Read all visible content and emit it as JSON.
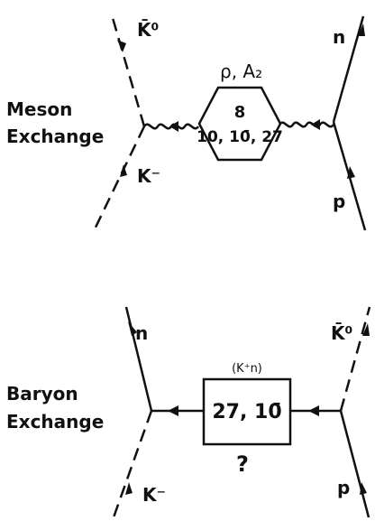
{
  "diagrams": [
    {
      "heading_line1": "Meson",
      "heading_line2": "Exchange",
      "exchange_label": "ρ, A₂",
      "vertex_line1": "8",
      "vertex_line2": "10, 10̄, 27",
      "particles": {
        "top_left": "K̄⁰",
        "bottom_left": "K⁻",
        "top_right": "n",
        "bottom_right": "p"
      }
    },
    {
      "heading_line1": "Baryon",
      "heading_line2": "Exchange",
      "exchange_label": "(K⁺n)",
      "vertex_line1": "27, 10̄",
      "question_mark": "?",
      "particles": {
        "top_left": "n",
        "bottom_left": "K⁻",
        "top_right": "K̄⁰",
        "bottom_right": "p"
      }
    }
  ]
}
